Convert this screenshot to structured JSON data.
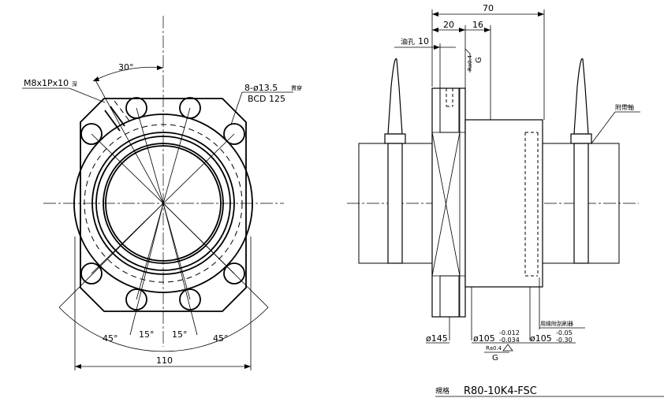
{
  "front_view": {
    "dim_angle_30": "30°",
    "label_thread": "M8x1Px10",
    "label_thread_suffix": "深",
    "label_holes": "8-ø13.5",
    "label_holes_suffix": "貫穿",
    "label_bcd": "BCD 125",
    "dim_45_left": "45°",
    "dim_15_left": "15°",
    "dim_15_right": "15°",
    "dim_45_right": "45°",
    "dim_110": "110"
  },
  "side_view": {
    "dim_70": "70",
    "dim_20": "20",
    "dim_16": "16",
    "label_oil_hole": "油孔",
    "oil_hole_size": "10",
    "ra_top": "Ra0.4",
    "datum_top": "G",
    "label_accessory_shaft": "附帶軸",
    "label_seal": "用緣附刮刷器",
    "dim_145": "ø145",
    "dim_105a_base": "ø105",
    "dim_105a_upper": "-0.012",
    "dim_105a_lower": "-0.034",
    "ra_bottom": "Ra0.4",
    "datum_bottom": "G",
    "dim_105b_base": "ø105",
    "dim_105b_upper": "-0.05",
    "dim_105b_lower": "-0.30"
  },
  "spec": {
    "label": "規格",
    "value": "R80-10K4-FSC"
  }
}
